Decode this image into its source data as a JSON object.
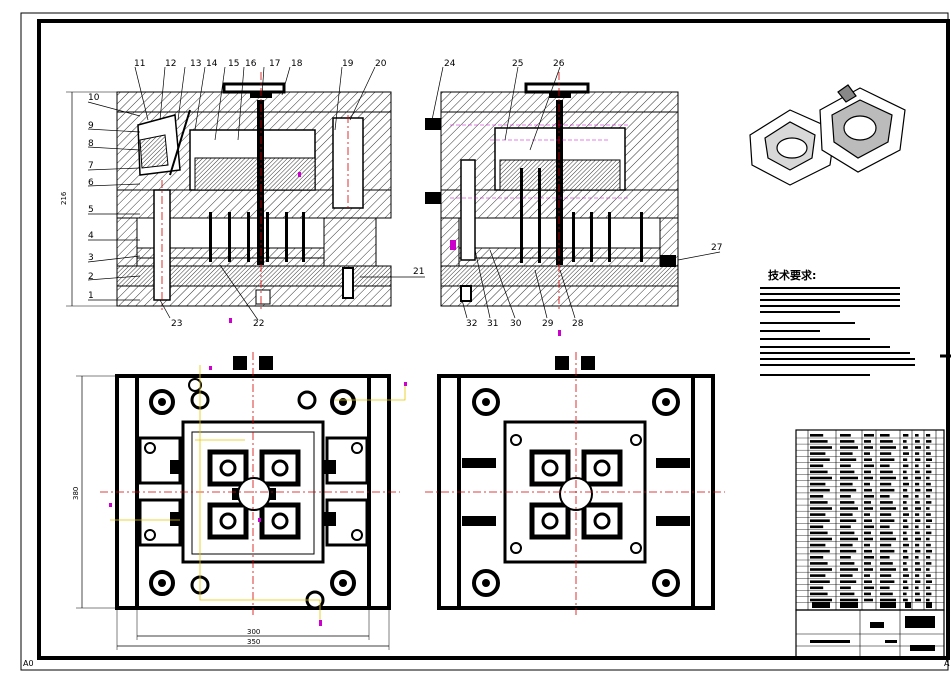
{
  "callouts_left": [
    "1",
    "2",
    "3",
    "4",
    "5",
    "6",
    "7",
    "8",
    "9",
    "10",
    "11",
    "12",
    "13",
    "14",
    "15",
    "16",
    "17",
    "18",
    "19",
    "20",
    "21",
    "22",
    "23"
  ],
  "callouts_right": [
    "24",
    "25",
    "26",
    "27",
    "28",
    "29",
    "30",
    "31",
    "32"
  ],
  "dimensions": {
    "height_216": "216",
    "height_380": "380",
    "width_300": "300",
    "width_350": "350"
  },
  "tech_requirements_title": "技术要求:",
  "sheet_size": "A0",
  "sheet_size_right": "A"
}
